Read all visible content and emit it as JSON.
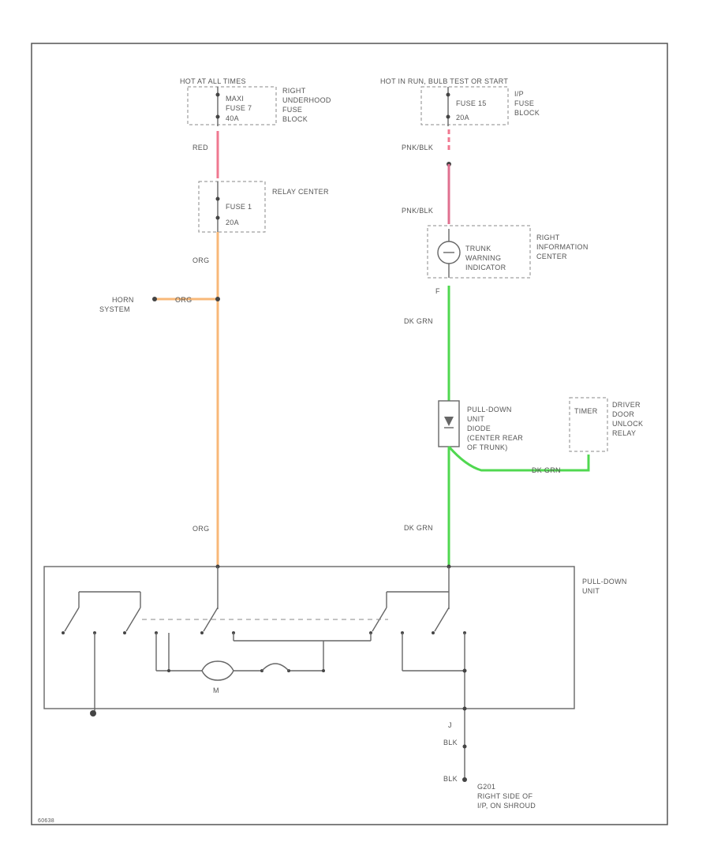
{
  "left_circuit": {
    "source": "HOT AT ALL TIMES",
    "fuse_block_fuse": [
      "MAXI",
      "FUSE 7",
      "40A"
    ],
    "fuse_block_name": [
      "RIGHT",
      "UNDERHOOD",
      "FUSE",
      "BLOCK"
    ],
    "wire_top": "RED",
    "relay_fuse": [
      "FUSE 1",
      "20A"
    ],
    "relay_center": "RELAY CENTER",
    "wire_mid": "ORG",
    "horn_system": [
      "HORN",
      "SYSTEM"
    ],
    "horn_wire": "ORG",
    "wire_bottom": "ORG"
  },
  "right_circuit": {
    "source": "HOT IN RUN, BULB TEST OR START",
    "fuse_block_fuse": [
      "FUSE 15",
      "20A"
    ],
    "fuse_block_name": [
      "I/P",
      "FUSE",
      "BLOCK"
    ],
    "wire_top": "PNK/BLK",
    "wire_second": "PNK/BLK",
    "indicator": [
      "TRUNK",
      "WARNING",
      "INDICATOR"
    ],
    "info_center": [
      "RIGHT",
      "INFORMATION",
      "CENTER"
    ],
    "pin": "F",
    "wire_green_top": "DK GRN",
    "diode": [
      "PULL-DOWN",
      "UNIT",
      "DIODE",
      "(CENTER REAR",
      "OF TRUNK)"
    ],
    "relay_box": "TIMER",
    "relay_name": [
      "DRIVER",
      "DOOR",
      "UNLOCK",
      "RELAY"
    ],
    "wire_branch": "DK GRN",
    "wire_green_bottom": "DK GRN"
  },
  "pull_down_unit": {
    "label": [
      "PULL-DOWN",
      "UNIT"
    ],
    "motor": "M"
  },
  "ground": {
    "pin": "J",
    "wire_1": "BLK",
    "wire_2": "BLK",
    "label": [
      "G201",
      "RIGHT SIDE OF",
      "I/P, ON SHROUD"
    ]
  },
  "figure_id": "60638",
  "colors": {
    "red_wire": "#f07890",
    "pink_wire": "#e07090",
    "orange_wire": "#f8b878",
    "green_wire": "#50d850"
  }
}
